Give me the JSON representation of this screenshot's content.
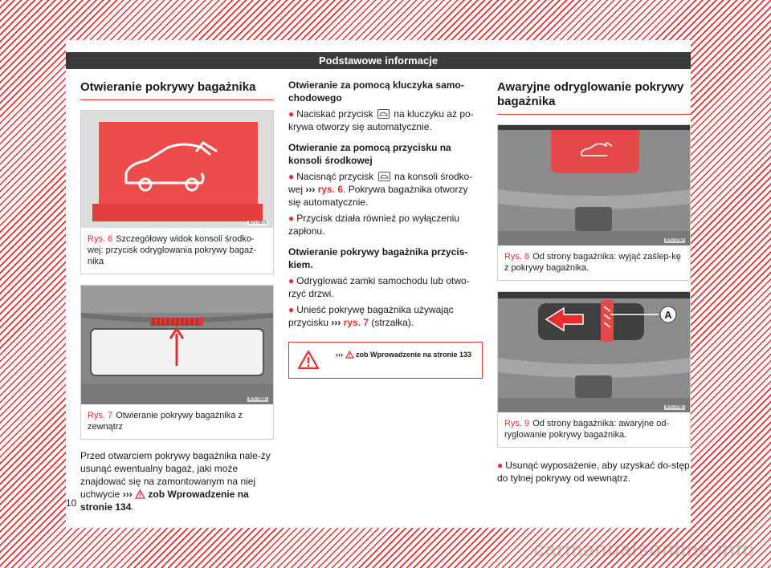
{
  "header": {
    "title": "Podstawowe informacje"
  },
  "page_number": "10",
  "watermark": "carmanualsonline.info",
  "col1": {
    "title": "Otwieranie pokrywy bagażnika",
    "fig6": {
      "code": "B7V-0679",
      "label": "Rys. 6",
      "caption": "Szczegółowy widok konsoli środko-wej: przycisk odryglowania pokrywy bagaż-nika"
    },
    "fig7": {
      "code": "B7V-0680",
      "label": "Rys. 7",
      "caption": "Otwieranie pokrywy bagażnika z zewnątrz"
    },
    "para": "Przed otwarciem pokrywy bagażnika nale-ży usunąć ewentualny bagaż, jaki może znajdować się na zamontowanym na niej uchwycie",
    "para_chev": "›››",
    "para_ref": "zob Wprowadzenie na stronie 134",
    "para_end": "."
  },
  "col2": {
    "h1": "Otwieranie za pomocą kluczyka samo-chodowego",
    "b1_pre": "Naciskać przycisk",
    "b1_post": "na kluczyku aż po-krywa otworzy się automatycznie.",
    "h2": "Otwieranie za pomocą przycisku na konsoli środkowej",
    "b2_pre": "Nacisnąć przycisk",
    "b2_mid": "na konsoli środko-wej",
    "b2_chev": "›››",
    "b2_ref": "rys. 6",
    "b2_post": ". Pokrywa bagażnika otworzy się automatycznie.",
    "b3": "Przycisk działa również po wyłączeniu zapłonu.",
    "h3": "Otwieranie pokrywy bagażnika przycis-kiem.",
    "b4": "Odryglować zamki samochodu lub otwo-rzyć drzwi.",
    "b5_pre": "Unieść pokrywę bagażnika używając przycisku",
    "b5_chev": "›››",
    "b5_ref": "rys. 7",
    "b5_post": "(strzałka).",
    "warn_chev": "›››",
    "warn_text": "zob Wprowadzenie na stronie 133"
  },
  "col3": {
    "title": "Awaryjne odryglowanie pokrywy bagażnika",
    "fig8": {
      "code": "B7V-0784",
      "label": "Rys. 8",
      "caption": "Od strony bagażnika: wyjąć zaślep-kę z pokrywy bagażnika."
    },
    "fig9": {
      "code": "B7V-0785",
      "label": "Rys. 9",
      "caption": "Od strony bagażnika: awaryjne od-ryglowanie pokrywy bagażnika.",
      "callout": "A"
    },
    "b1": "Usunąć wyposażenie, aby uzyskać do-stęp do tylnej pokrywy od wewnątrz."
  },
  "colors": {
    "accent": "#e52d2d",
    "header_bg": "#3b3b3b"
  },
  "icons": {
    "bullet": "bullet-dot",
    "warning": "warning-triangle-icon",
    "key": "trunk-key-button-icon"
  }
}
